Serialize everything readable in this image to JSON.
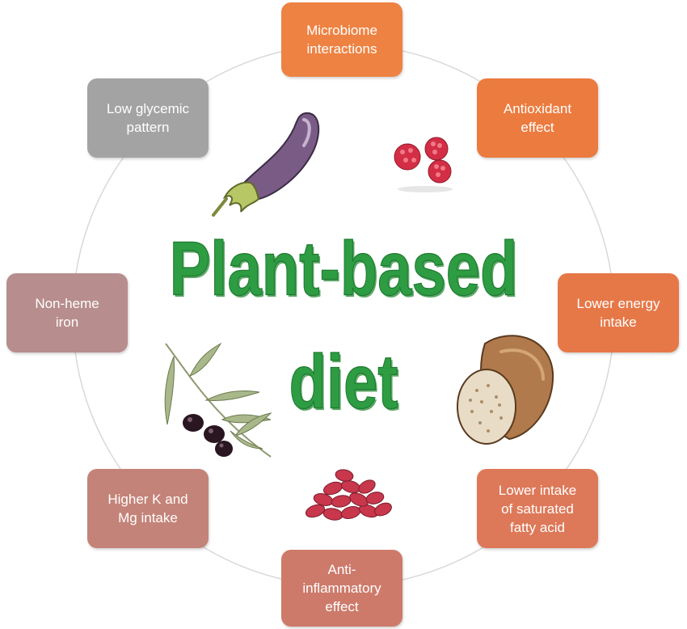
{
  "title": {
    "line1": "Plant-based",
    "line2": "diet"
  },
  "colors": {
    "title_green": "#2e9c42"
  },
  "nodes": [
    {
      "id": "microbiome",
      "lines": [
        "Microbiome",
        "interactions"
      ],
      "color": "#ee8242"
    },
    {
      "id": "antioxidant",
      "lines": [
        "Antioxidant",
        "effect"
      ],
      "color": "#ec7b3f"
    },
    {
      "id": "lower-energy",
      "lines": [
        "Lower energy",
        "intake"
      ],
      "color": "#e67848"
    },
    {
      "id": "lower-sat-fat",
      "lines": [
        "Lower intake",
        "of saturated",
        "fatty acid"
      ],
      "color": "#dd7858"
    },
    {
      "id": "anti-inflammatory",
      "lines": [
        "Anti-",
        "inflammatory",
        "effect"
      ],
      "color": "#cd7a6b"
    },
    {
      "id": "higher-k-mg",
      "lines": [
        "Higher K and",
        "Mg intake"
      ],
      "color": "#c48378"
    },
    {
      "id": "non-heme-iron",
      "lines": [
        "Non-heme",
        "iron"
      ],
      "color": "#b88d8d"
    },
    {
      "id": "low-glycemic",
      "lines": [
        "Low glycemic",
        "pattern"
      ],
      "color": "#a3a3a3"
    }
  ],
  "icons": [
    "eggplant-icon",
    "raspberry-icon",
    "bread-icon",
    "kidney-beans-icon",
    "olive-branch-icon"
  ]
}
